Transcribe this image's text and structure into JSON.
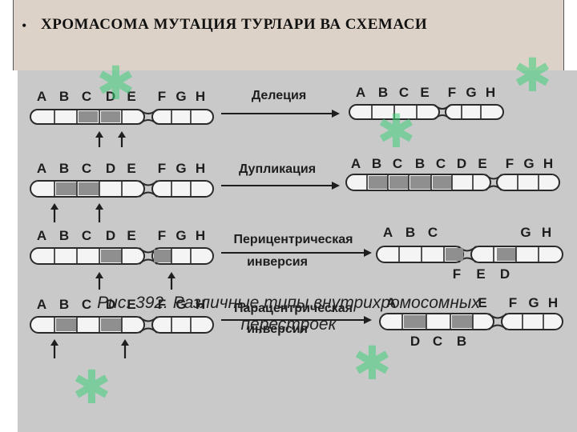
{
  "slide": {
    "bullet": "•",
    "title": "ХРОМАСОМА  МУТАЦИЯ  ТУРЛАРИ  ВА  СХЕМАСИ"
  },
  "figure": {
    "caption_line1": "Рис. 392. Различные типы внутрихромосомных",
    "caption_line2": "перестроек",
    "rows": [
      {
        "arrow_label": [
          "Делеция"
        ],
        "left_letters": [
          "A",
          "B",
          "C",
          "D",
          "E",
          "F",
          "G",
          "H"
        ],
        "right_letters": [
          "A",
          "B",
          "C",
          "E",
          "F",
          "G",
          "H"
        ],
        "right_letters_below": []
      },
      {
        "arrow_label": [
          "Дупликация"
        ],
        "left_letters": [
          "A",
          "B",
          "C",
          "D",
          "E",
          "F",
          "G",
          "H"
        ],
        "right_letters": [
          "A",
          "B",
          "C",
          "B",
          "C",
          "D",
          "E",
          "F",
          "G",
          "H"
        ],
        "right_letters_below": []
      },
      {
        "arrow_label": [
          "Перицентрическая",
          "инверсия"
        ],
        "left_letters": [
          "A",
          "B",
          "C",
          "D",
          "E",
          "F",
          "G",
          "H"
        ],
        "right_letters": [
          "A",
          "B",
          "C",
          "G",
          "H"
        ],
        "right_letters_below": [
          "F",
          "E",
          "D"
        ]
      },
      {
        "arrow_label": [
          "Парацентрическая",
          "инверсия"
        ],
        "left_letters": [
          "A",
          "B",
          "C",
          "D",
          "E",
          "F",
          "G",
          "H"
        ],
        "right_letters": [
          "A",
          "E",
          "F",
          "G",
          "H"
        ],
        "right_letters_below": [
          "D",
          "C",
          "B"
        ]
      }
    ]
  },
  "watermark": {
    "glyph": "✱",
    "color": "#3fd07a"
  }
}
